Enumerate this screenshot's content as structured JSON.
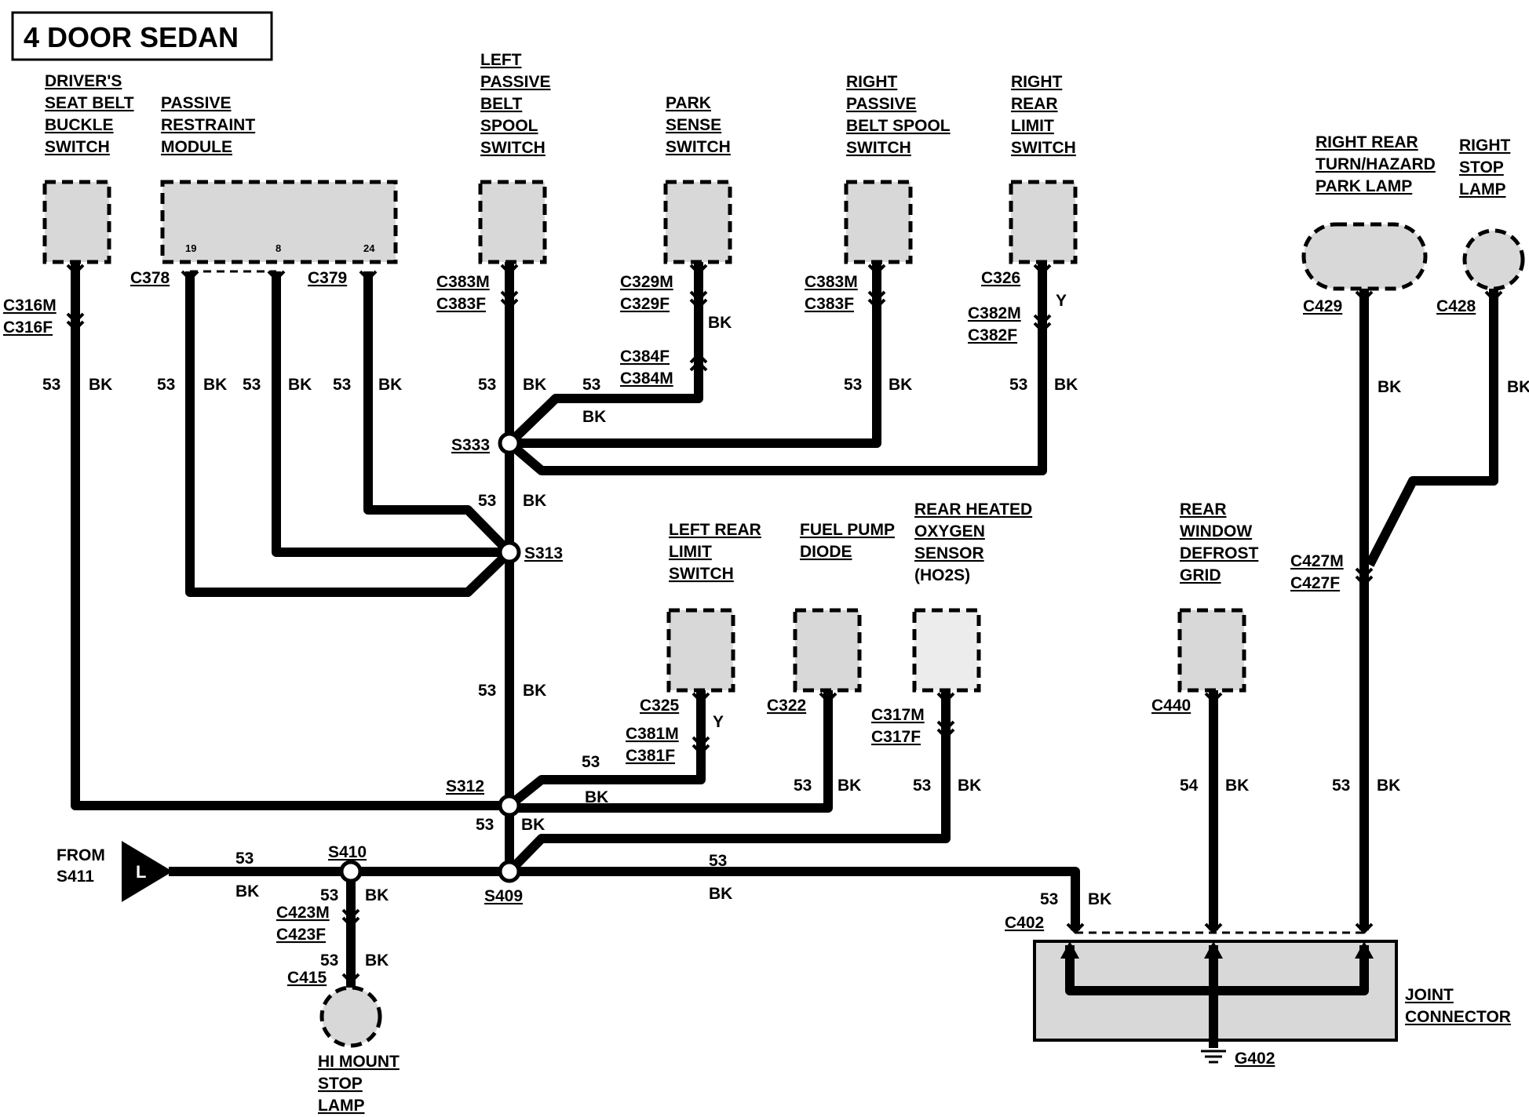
{
  "title": "4 DOOR SEDAN",
  "components": {
    "drivers_seat_belt": [
      "DRIVER'S",
      "SEAT BELT",
      "BUCKLE",
      "SWITCH"
    ],
    "passive_restraint": [
      "PASSIVE",
      "RESTRAINT",
      "MODULE"
    ],
    "left_passive_belt": [
      "LEFT",
      "PASSIVE",
      "BELT",
      "SPOOL",
      "SWITCH"
    ],
    "park_sense": [
      "PARK",
      "SENSE",
      "SWITCH"
    ],
    "right_passive_belt": [
      "RIGHT",
      "PASSIVE",
      "BELT SPOOL",
      "SWITCH"
    ],
    "right_rear_limit": [
      "RIGHT",
      "REAR",
      "LIMIT",
      "SWITCH"
    ],
    "right_rear_turn": [
      "RIGHT REAR",
      "TURN/HAZARD",
      "PARK LAMP"
    ],
    "right_stop_lamp": [
      "RIGHT",
      "STOP",
      "LAMP"
    ],
    "left_rear_limit": [
      "LEFT REAR",
      "LIMIT",
      "SWITCH"
    ],
    "fuel_pump_diode": [
      "FUEL PUMP",
      "DIODE"
    ],
    "rear_heated_o2": [
      "REAR HEATED",
      "OXYGEN",
      "SENSOR",
      "(HO2S)"
    ],
    "rear_window_defrost": [
      "REAR",
      "WINDOW",
      "DEFROST",
      "GRID"
    ],
    "hi_mount_stop_lamp": [
      "HI MOUNT",
      "STOP",
      "LAMP"
    ],
    "joint_connector": [
      "JOINT",
      "CONNECTOR"
    ]
  },
  "module_pins": [
    "19",
    "8",
    "24"
  ],
  "from_label": [
    "FROM",
    "S411"
  ],
  "from_symbol": "L",
  "connectors": {
    "c316m": "C316M",
    "c316f": "C316F",
    "c378": "C378",
    "c379": "C379",
    "c383m_l": "C383M",
    "c383f_l": "C383F",
    "c329m": "C329M",
    "c329f": "C329F",
    "c384f": "C384F",
    "c384m": "C384M",
    "c383m_r": "C383M",
    "c383f_r": "C383F",
    "c326": "C326",
    "c382m": "C382M",
    "c382f": "C382F",
    "c429": "C429",
    "c428": "C428",
    "c427m": "C427M",
    "c427f": "C427F",
    "c325": "C325",
    "c381m": "C381M",
    "c381f": "C381F",
    "c322": "C322",
    "c317m": "C317M",
    "c317f": "C317F",
    "c440": "C440",
    "c423m": "C423M",
    "c423f": "C423F",
    "c415": "C415",
    "c402": "C402",
    "g402": "G402"
  },
  "splices": {
    "s333": "S333",
    "s313": "S313",
    "s312": "S312",
    "s409": "S409",
    "s410": "S410"
  },
  "wire_colors": {
    "bk": "BK",
    "y": "Y"
  },
  "circuits": {
    "c53": "53",
    "c54": "54"
  }
}
